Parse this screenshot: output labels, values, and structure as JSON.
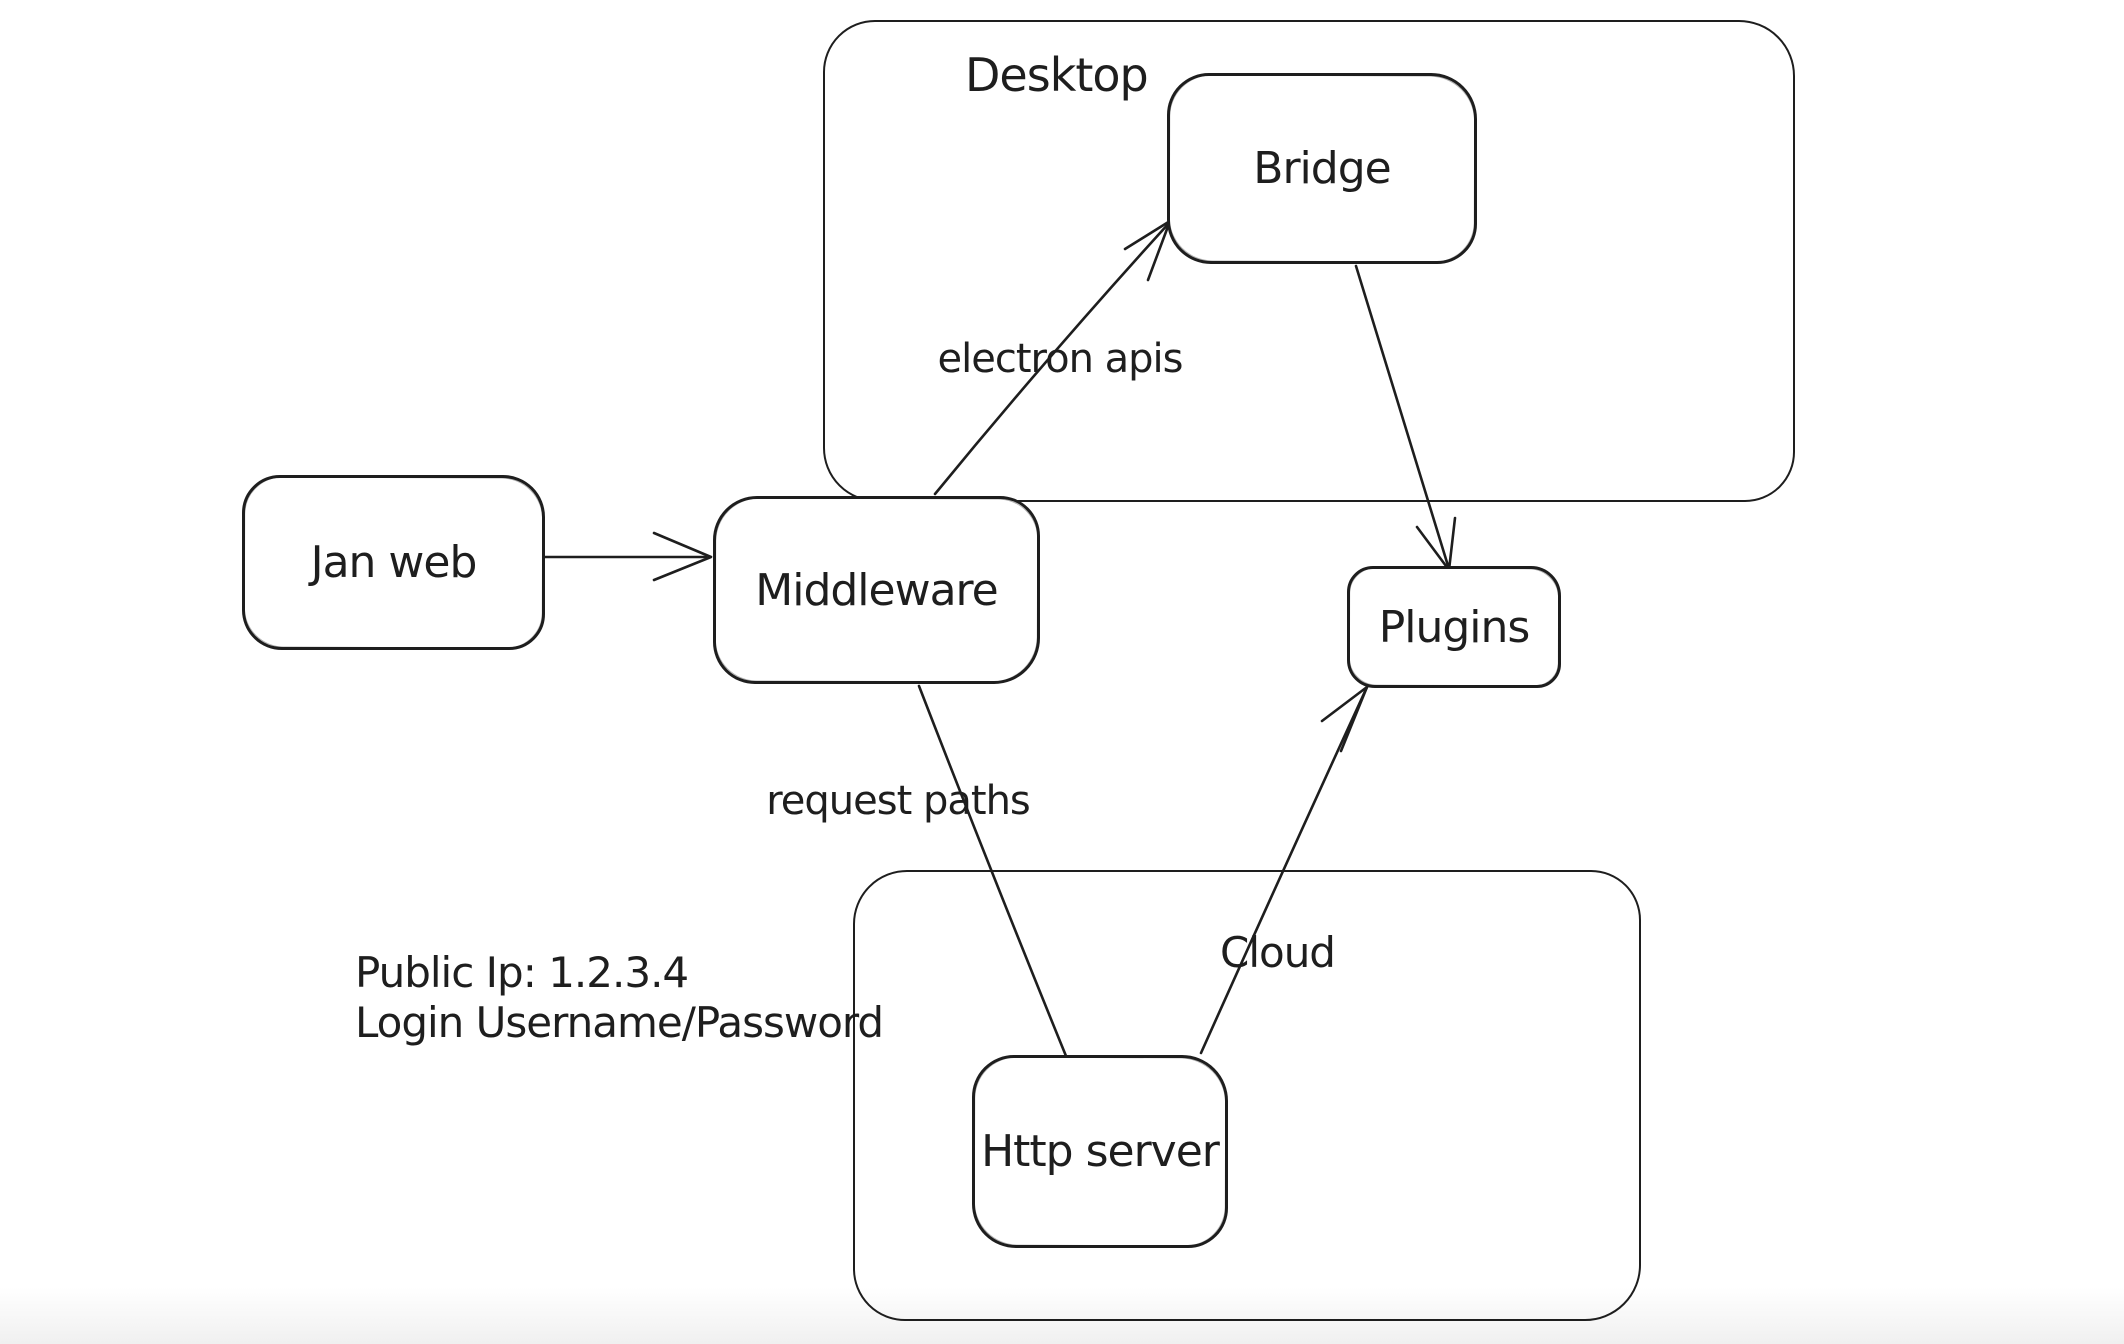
{
  "diagram": {
    "colors": {
      "stroke": "#1e1e1e",
      "background": "#ffffff"
    },
    "containers": {
      "desktop": {
        "label": "Desktop"
      },
      "cloud": {
        "label": "Cloud"
      }
    },
    "nodes": {
      "jan_web": {
        "label": "Jan web"
      },
      "middleware": {
        "label": "Middleware"
      },
      "bridge": {
        "label": "Bridge"
      },
      "plugins": {
        "label": "Plugins"
      },
      "http_server": {
        "label": "Http server"
      }
    },
    "edges": [
      {
        "from": "jan_web",
        "to": "middleware",
        "label": "",
        "arrowhead": true
      },
      {
        "from": "middleware",
        "to": "bridge",
        "label": "electron apis",
        "arrowhead": true
      },
      {
        "from": "bridge",
        "to": "plugins",
        "label": "",
        "arrowhead": true
      },
      {
        "from": "middleware",
        "to": "http_server",
        "label": "request paths",
        "arrowhead": false
      },
      {
        "from": "http_server",
        "to": "plugins",
        "label": "",
        "arrowhead": true
      }
    ],
    "annotation": {
      "line1": "Public Ip: 1.2.3.4",
      "line2": "Login Username/Password"
    }
  }
}
